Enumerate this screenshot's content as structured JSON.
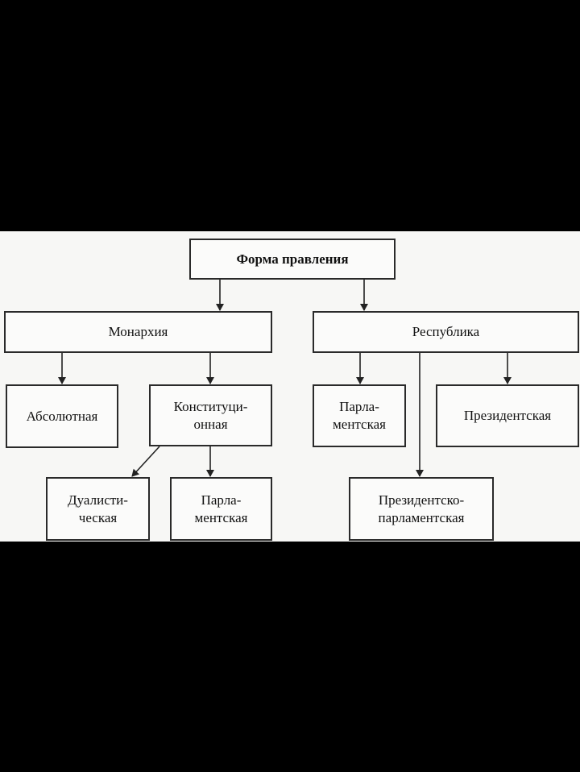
{
  "diagram": {
    "root": "Форма правления",
    "monarchy": "Монархия",
    "republic": "Республика",
    "absolute": "Абсолютная",
    "constitutional": [
      "Конституци-",
      "онная"
    ],
    "dualistic": [
      "Дуалисти-",
      "ческая"
    ],
    "mon_parliamentary": [
      "Парла-",
      "ментская"
    ],
    "rep_parliamentary": [
      "Парла-",
      "ментская"
    ],
    "presidential": "Президентская",
    "pres_parliamentary": [
      "Президентско-",
      "парламентская"
    ]
  }
}
